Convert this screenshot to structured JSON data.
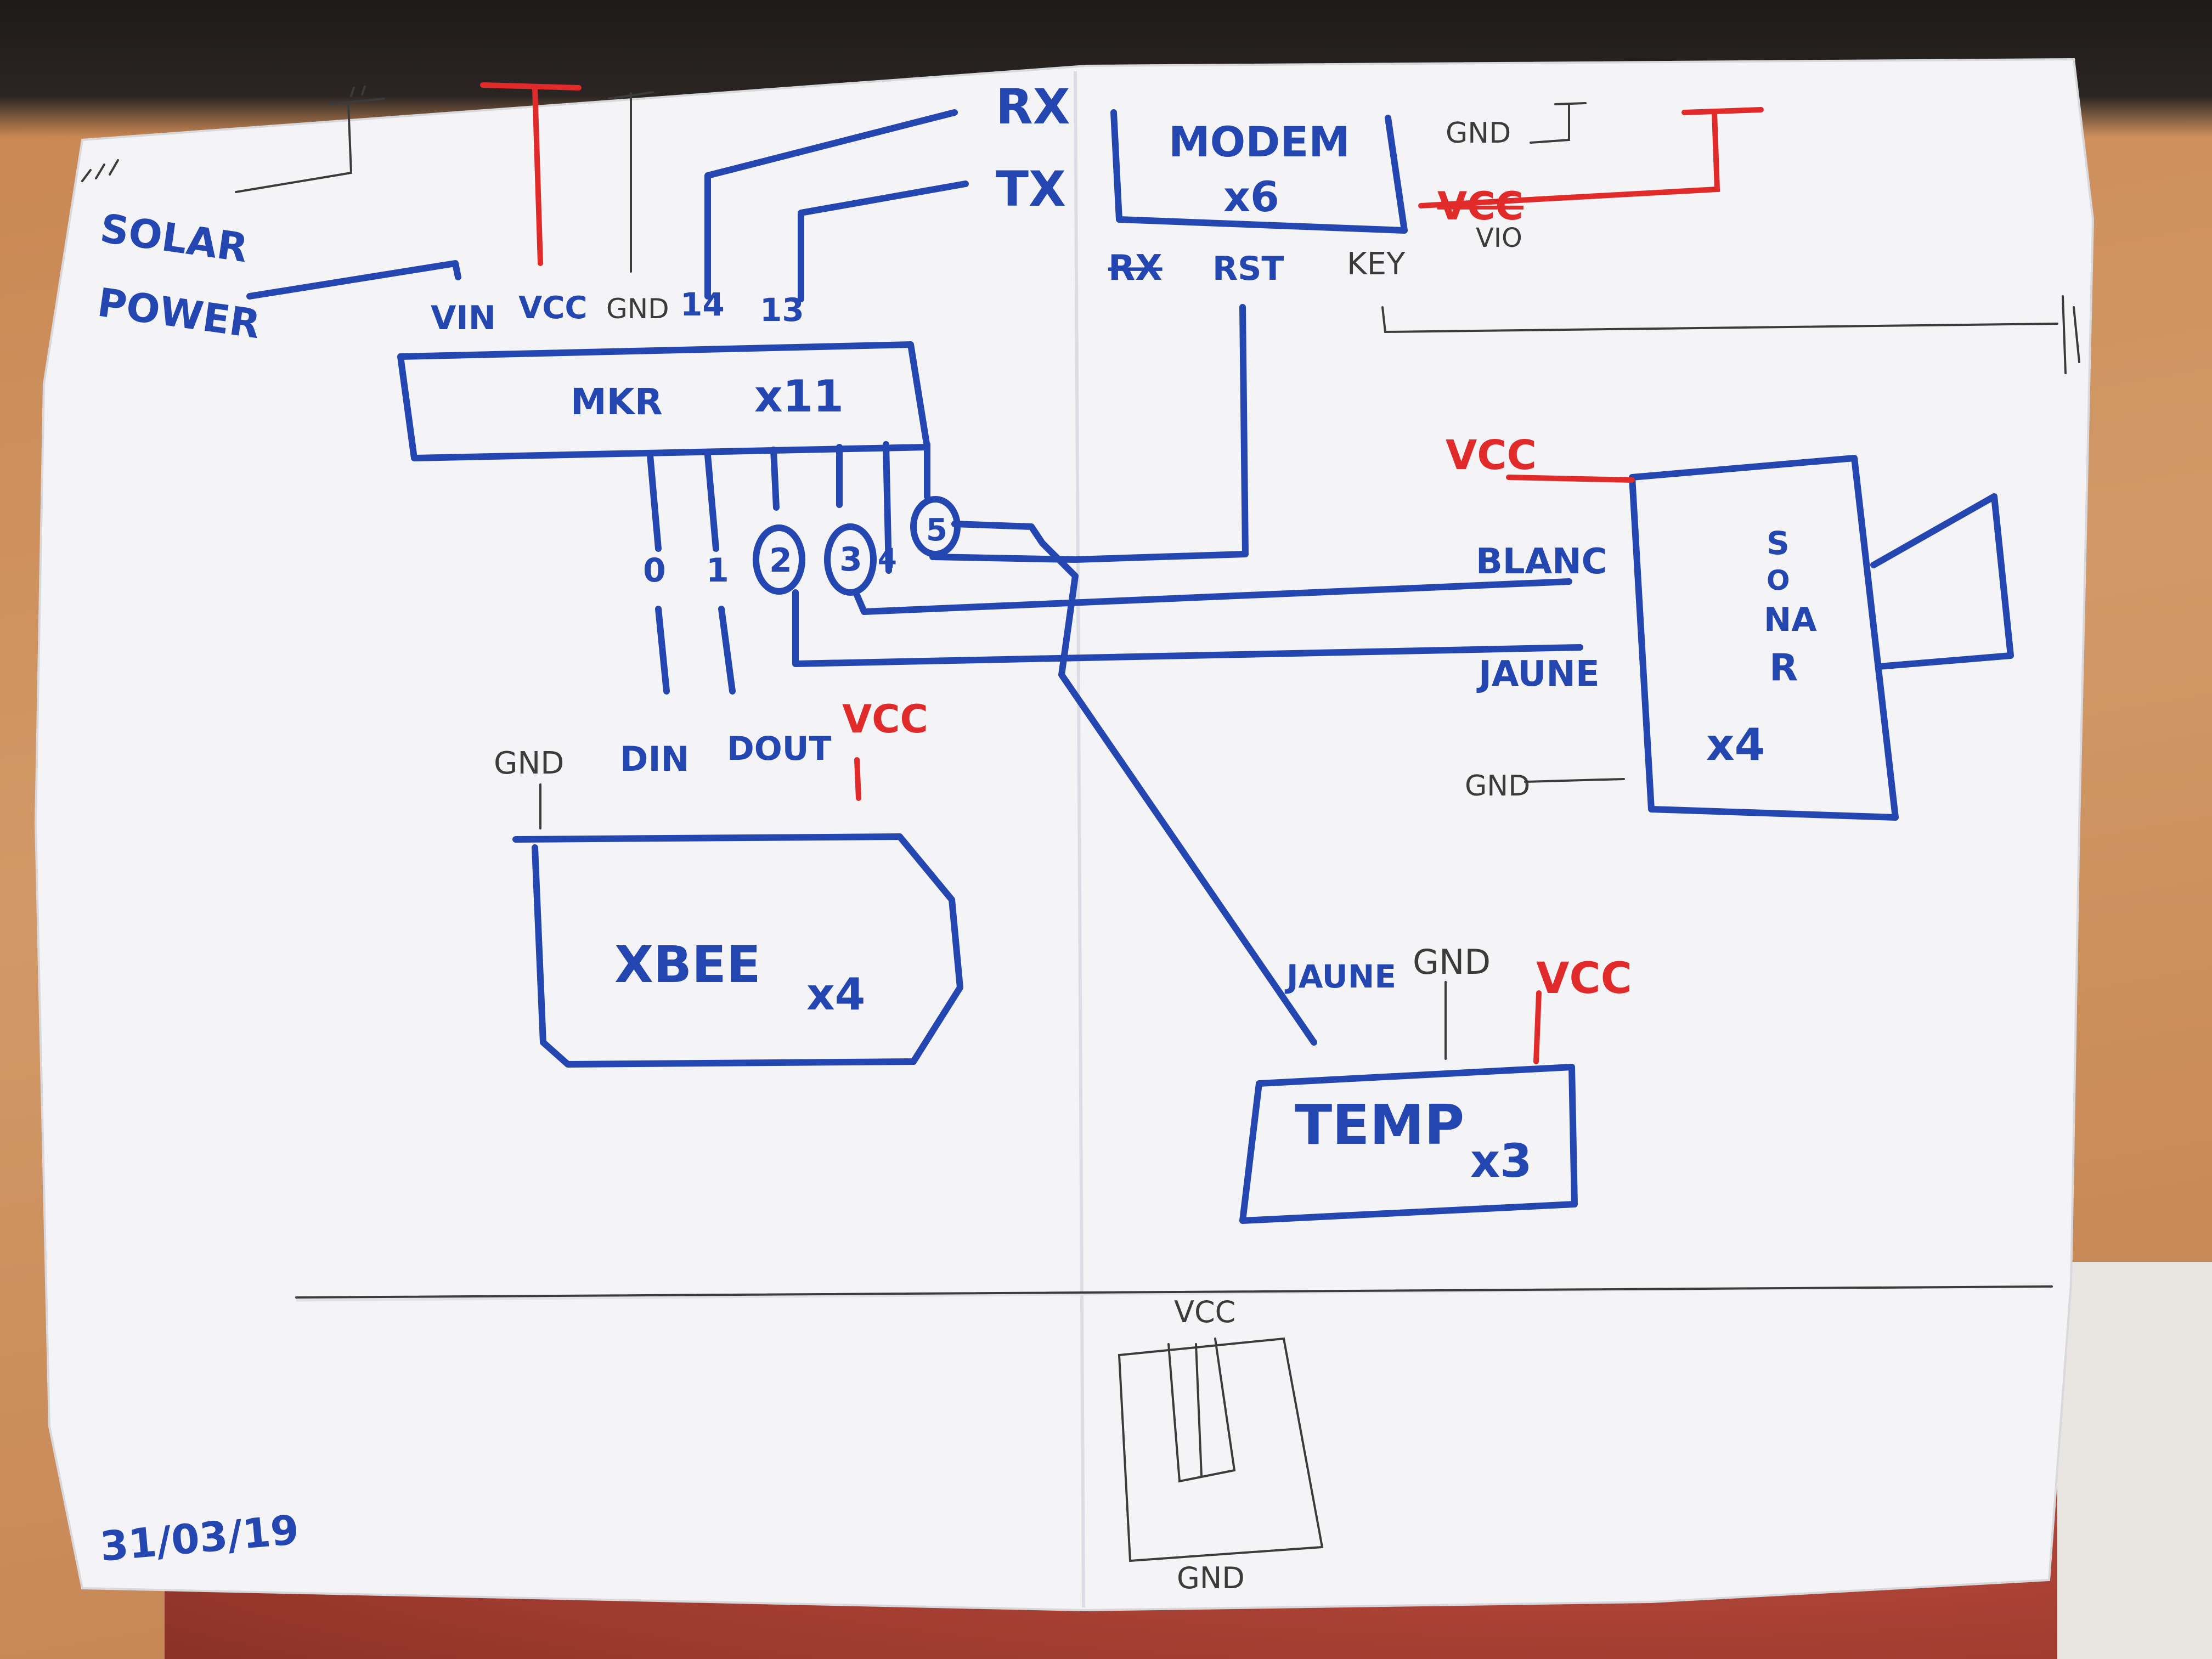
{
  "diagram": {
    "power": {
      "line1": "SOLAR",
      "line2": "POWER"
    },
    "mkr": {
      "title": "MKR",
      "count": "x11",
      "top_pins": [
        "VIN",
        "VCC",
        "GND",
        "14",
        "13"
      ],
      "bottom_pins": [
        "0",
        "1",
        "2",
        "3",
        "4",
        "5"
      ]
    },
    "modem": {
      "title": "MODEM",
      "count": "x6",
      "left_labels": [
        "RX",
        "TX"
      ],
      "right_labels": {
        "gnd": "GND",
        "vcc_struck": "VCC",
        "vio": "VIO"
      },
      "bottom_labels": {
        "rx_struck": "RX",
        "rst": "RST",
        "key": "KEY"
      }
    },
    "sonar": {
      "title_letters": [
        "S",
        "O",
        "NA",
        "R"
      ],
      "count": "x4",
      "labels": {
        "vcc": "VCC",
        "blanc": "BLANC",
        "jaune": "JAUNE",
        "gnd": "GND"
      }
    },
    "xbee": {
      "title": "XBEE",
      "count": "x4",
      "labels": {
        "gnd": "GND",
        "din": "DIN",
        "dout": "DOUT",
        "vcc": "VCC"
      }
    },
    "temp": {
      "title": "TEMP",
      "count": "x3",
      "labels": {
        "jaune": "JAUNE",
        "gnd": "GND",
        "vcc": "VCC"
      }
    },
    "bottom_sketch": {
      "vcc": "VCC",
      "gnd": "GND"
    },
    "date": "31/03/19"
  },
  "colors": {
    "paper": "#f4f4f6",
    "blue_pen": "#2446b0",
    "red_pen": "#e12a2a",
    "pencil": "#3b3b3b"
  }
}
